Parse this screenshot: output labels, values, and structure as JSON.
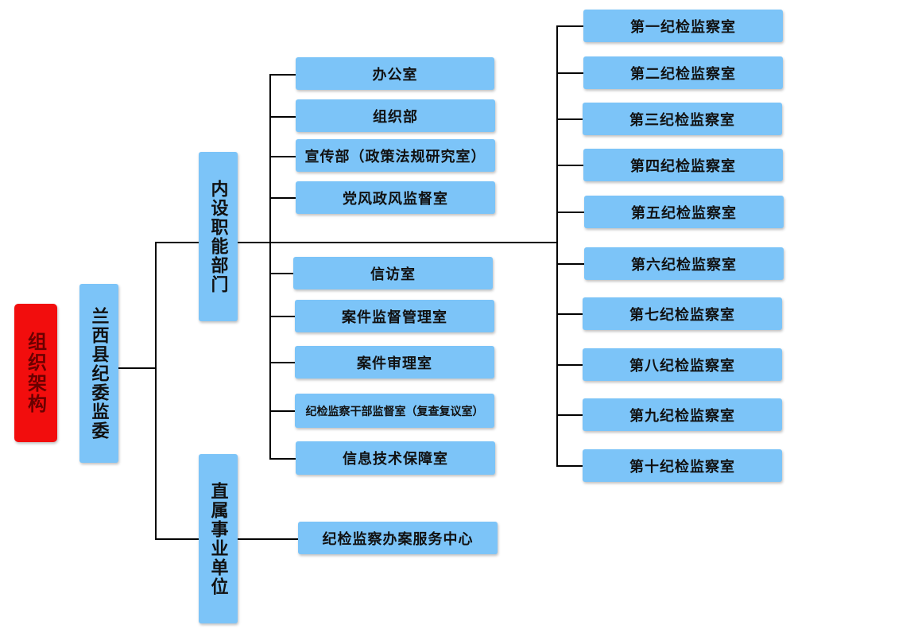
{
  "root": {
    "label": "组织架构"
  },
  "county": {
    "label": "兰西县纪委监委"
  },
  "internal": {
    "label": "内设职能部门",
    "departments": [
      "办公室",
      "组织部",
      "宣传部（政策法规研究室）",
      "党风政风监督室",
      "信访室",
      "案件监督管理室",
      "案件审理室",
      "纪检监察干部监督室（复查复议室）",
      "信息技术保障室"
    ],
    "inspection_rooms": [
      "第一纪检监察室",
      "第二纪检监察室",
      "第三纪检监察室",
      "第四纪检监察室",
      "第五纪检监察室",
      "第六纪检监察室",
      "第七纪检监察室",
      "第八纪检监察室",
      "第九纪检监察室",
      "第十纪检监察室"
    ]
  },
  "affiliated": {
    "label": "直属事业单位",
    "units": [
      "纪检监察办案服务中心"
    ]
  },
  "colors": {
    "box": "#7cc4f8",
    "root": "#f20d0d",
    "root_text": "#6a0000",
    "line": "#000000"
  }
}
